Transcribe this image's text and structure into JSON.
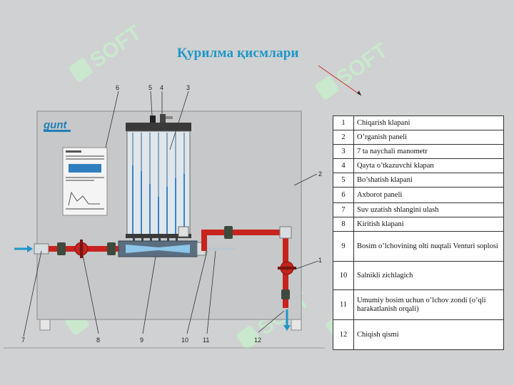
{
  "title": "Қурилма қисмлари",
  "watermark": "SOFT",
  "logo_text": "gunt",
  "colors": {
    "title": "#1e96c8",
    "pipe_red": "#c8231e",
    "panel": "#c6c8c9",
    "watermark": "#c8eccd"
  },
  "callouts": [
    "1",
    "2",
    "3",
    "4",
    "5",
    "6",
    "7",
    "8",
    "9",
    "10",
    "11",
    "12"
  ],
  "parts": [
    {
      "num": "1",
      "label": "Chiqarish klapani"
    },
    {
      "num": "2",
      "label": "O’rganish paneli"
    },
    {
      "num": "3",
      "label": "7 ta naychali manometr"
    },
    {
      "num": "4",
      "label": "Qayta o’tkazuvchi klapan"
    },
    {
      "num": "5",
      "label": "Bo’shatish klapani"
    },
    {
      "num": "6",
      "label": "Axborot paneli"
    },
    {
      "num": "7",
      "label": "Suv uzatish shlangini ulash"
    },
    {
      "num": "8",
      "label": "Kiritish klapani"
    },
    {
      "num": "9",
      "label": "Bosim o’lchovining olti nuqtali Venturi soplosi"
    },
    {
      "num": "10",
      "label": "Salnikli zichlagich"
    },
    {
      "num": "11",
      "label": "Umumiy bosim uchun o’lchov zondi (o’qli harakatlanish orqali)"
    },
    {
      "num": "12",
      "label": "Chiqish qismi"
    }
  ]
}
